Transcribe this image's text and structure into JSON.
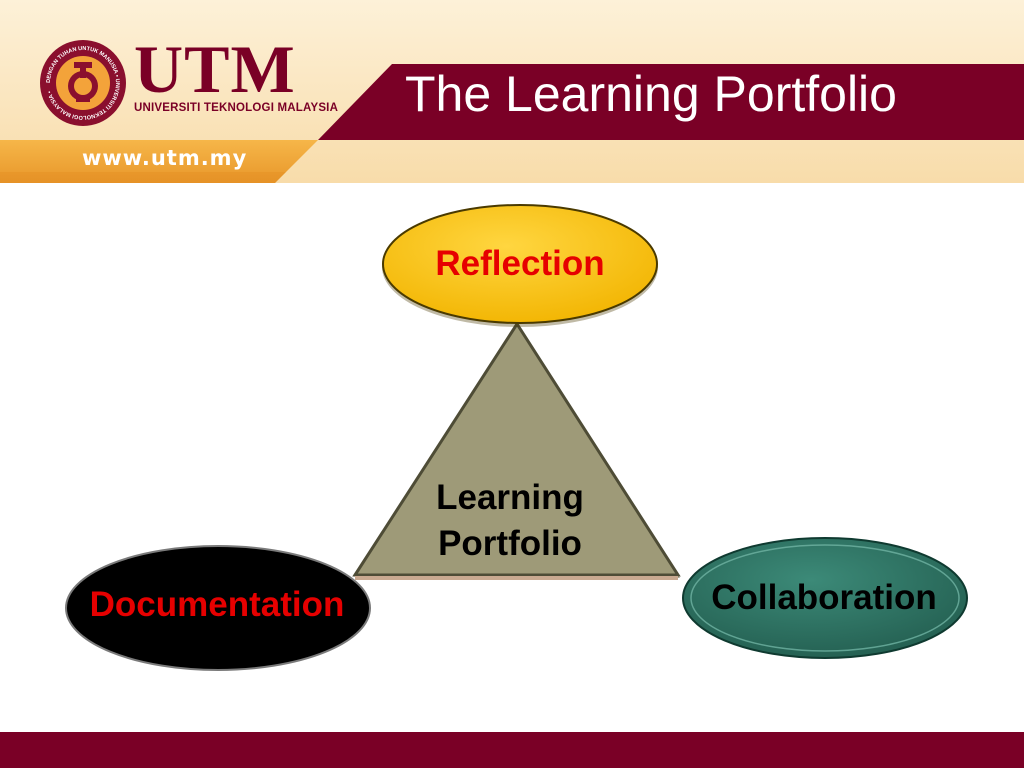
{
  "header": {
    "brand_name": "UTM",
    "brand_subtitle": "UNIVERSITI TEKNOLOGI MALAYSIA",
    "website": "www.utm.my",
    "title": "The Learning Portfolio"
  },
  "logo": {
    "ring_text": "DENGAN TUHAN UNTUK MANUSIA • UNIVERSITI TEKNOLOGI MALAYSIA •"
  },
  "diagram": {
    "center_label_line1": "Learning",
    "center_label_line2": "Portfolio",
    "top_node": "Reflection",
    "left_node": "Documentation",
    "right_node": "Collaboration"
  },
  "colors": {
    "maroon": "#7a0026",
    "header_cream": "#fbe8c6",
    "orange_band": "#f2a93b",
    "reflection_fill": "#ffc000",
    "documentation_fill": "#000000",
    "collaboration_fill": "#2f7565",
    "triangle_fill": "#9e9a78",
    "node_text_red": "#e60000"
  }
}
